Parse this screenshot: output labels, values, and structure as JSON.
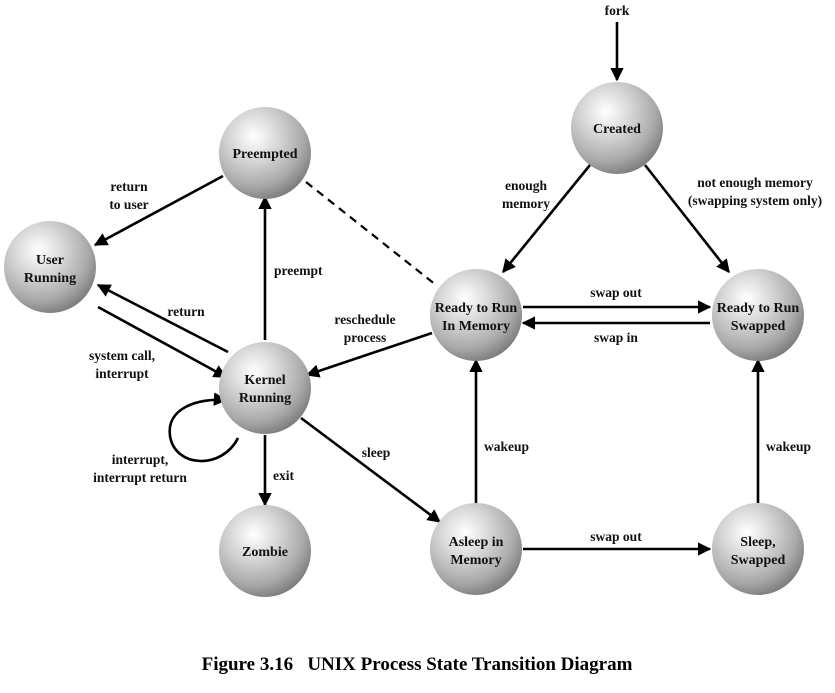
{
  "figure": {
    "caption": "Figure 3.16   UNIX Process State Transition Diagram"
  },
  "states": {
    "created": [
      "Created"
    ],
    "preempted": [
      "Preempted"
    ],
    "user_running": [
      "User",
      "Running"
    ],
    "kernel_running": [
      "Kernel",
      "Running"
    ],
    "zombie": [
      "Zombie"
    ],
    "ready_mem": [
      "Ready to Run",
      "In Memory"
    ],
    "ready_swapped": [
      "Ready to Run",
      "Swapped"
    ],
    "asleep_mem": [
      "Asleep in",
      "Memory"
    ],
    "sleep_swapped": [
      "Sleep,",
      "Swapped"
    ]
  },
  "transitions": {
    "fork": [
      "fork"
    ],
    "enough_memory": [
      "enough",
      "memory"
    ],
    "not_enough_memory": [
      "not enough memory",
      "(swapping system only)"
    ],
    "return_to_user": [
      "return",
      "to user"
    ],
    "preempt": [
      "preempt"
    ],
    "return": [
      "return"
    ],
    "system_call": [
      "system call,",
      "interrupt"
    ],
    "reschedule": [
      "reschedule",
      "process"
    ],
    "swap_out_top": [
      "swap out"
    ],
    "swap_in": [
      "swap in"
    ],
    "interrupt_return": [
      "interrupt,",
      "interrupt return"
    ],
    "exit": [
      "exit"
    ],
    "sleep": [
      "sleep"
    ],
    "wakeup_mem": [
      "wakeup"
    ],
    "wakeup_swapped": [
      "wakeup"
    ],
    "swap_out_bottom": [
      "swap out"
    ]
  }
}
